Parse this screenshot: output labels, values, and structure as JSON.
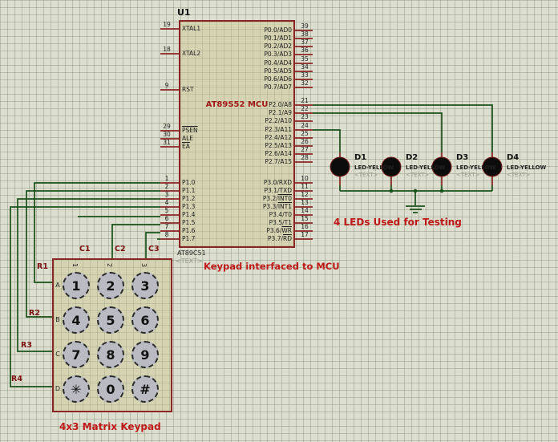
{
  "mcu": {
    "designator": "U1",
    "label": "AT89S52 MCU",
    "part_ref": "AT89C51",
    "text_placeholder": "<TEXT>",
    "pins_left": [
      {
        "num": "19",
        "pre": "XTAL1",
        "over": ""
      },
      {
        "num": "18",
        "pre": "XTAL2",
        "over": ""
      },
      {
        "num": "9",
        "pre": "RST",
        "over": ""
      },
      {
        "num": "29",
        "pre": "",
        "over": "PSEN"
      },
      {
        "num": "30",
        "pre": "ALE",
        "over": ""
      },
      {
        "num": "31",
        "pre": "",
        "over": "EA"
      },
      {
        "num": "1",
        "pre": "P1.0",
        "over": ""
      },
      {
        "num": "2",
        "pre": "P1.1",
        "over": ""
      },
      {
        "num": "3",
        "pre": "P1.2",
        "over": ""
      },
      {
        "num": "4",
        "pre": "P1.3",
        "over": ""
      },
      {
        "num": "5",
        "pre": "P1.4",
        "over": ""
      },
      {
        "num": "6",
        "pre": "P1.5",
        "over": ""
      },
      {
        "num": "7",
        "pre": "P1.6",
        "over": ""
      },
      {
        "num": "8",
        "pre": "P1.7",
        "over": ""
      }
    ],
    "pins_right": [
      {
        "num": "39",
        "pre": "P0.0/AD0",
        "over": ""
      },
      {
        "num": "38",
        "pre": "P0.1/AD1",
        "over": ""
      },
      {
        "num": "37",
        "pre": "P0.2/AD2",
        "over": ""
      },
      {
        "num": "36",
        "pre": "P0.3/AD3",
        "over": ""
      },
      {
        "num": "35",
        "pre": "P0.4/AD4",
        "over": ""
      },
      {
        "num": "34",
        "pre": "P0.5/AD5",
        "over": ""
      },
      {
        "num": "33",
        "pre": "P0.6/AD6",
        "over": ""
      },
      {
        "num": "32",
        "pre": "P0.7/AD7",
        "over": ""
      },
      {
        "num": "21",
        "pre": "P2.0/A8",
        "over": ""
      },
      {
        "num": "22",
        "pre": "P2.1/A9",
        "over": ""
      },
      {
        "num": "23",
        "pre": "P2.2/A10",
        "over": ""
      },
      {
        "num": "24",
        "pre": "P2.3/A11",
        "over": ""
      },
      {
        "num": "25",
        "pre": "P2.4/A12",
        "over": ""
      },
      {
        "num": "26",
        "pre": "P2.5/A13",
        "over": ""
      },
      {
        "num": "27",
        "pre": "P2.6/A14",
        "over": ""
      },
      {
        "num": "28",
        "pre": "P2.7/A15",
        "over": ""
      },
      {
        "num": "10",
        "pre": "P3.0/RXD",
        "over": ""
      },
      {
        "num": "11",
        "pre": "P3.1/TXD",
        "over": ""
      },
      {
        "num": "12",
        "pre": "P3.2/",
        "over": "INT0"
      },
      {
        "num": "13",
        "pre": "P3.3/",
        "over": "INT1"
      },
      {
        "num": "14",
        "pre": "P3.4/T0",
        "over": ""
      },
      {
        "num": "15",
        "pre": "P3.5/T1",
        "over": ""
      },
      {
        "num": "16",
        "pre": "P3.6/",
        "over": "WR"
      },
      {
        "num": "17",
        "pre": "P3.7/",
        "over": "RD"
      }
    ]
  },
  "keypad": {
    "caption": "4x3 Matrix Keypad",
    "keys": [
      "1",
      "2",
      "3",
      "4",
      "5",
      "6",
      "7",
      "8",
      "9",
      "✳",
      "0",
      "#"
    ],
    "row_letters": [
      "A",
      "B",
      "C",
      "D"
    ],
    "col_markers": [
      "1",
      "2",
      "3"
    ],
    "row_labels": [
      "R1",
      "R2",
      "R3",
      "R4"
    ],
    "col_labels": [
      "C1",
      "C2",
      "C3"
    ]
  },
  "leds": [
    {
      "ref": "D1",
      "part": "LED-YELLOW",
      "text": "<TEXT>"
    },
    {
      "ref": "D2",
      "part": "LED-YELLOW",
      "text": "<TEXT>"
    },
    {
      "ref": "D3",
      "part": "LED-YELLOW",
      "text": "<TEXT>"
    },
    {
      "ref": "D4",
      "part": "LED-YELLOW",
      "text": "<TEXT>"
    }
  ],
  "captions": {
    "keypad_mcu": "Keypad interfaced to MCU",
    "leds_testing": "4 LEDs Used for Testing"
  },
  "colors": {
    "wire_green": "#1a521a",
    "stub_red": "#8b2424",
    "annotation_red": "#c01818",
    "net_label_red": "#7c1212",
    "component_fill": "#d6d3b2",
    "led_body": "#0c0c0c"
  }
}
